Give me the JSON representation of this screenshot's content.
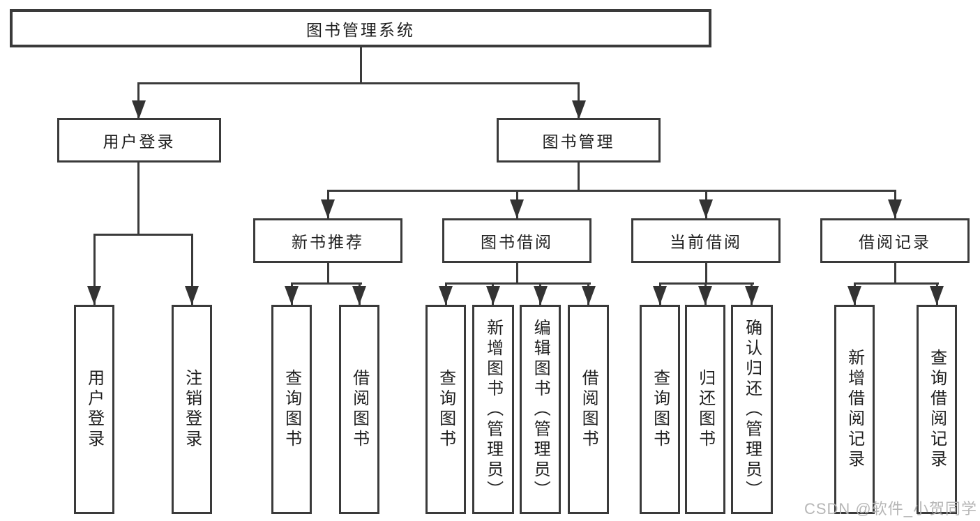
{
  "tree": {
    "label": "图书管理系统",
    "children": [
      {
        "label": "用户登录",
        "children": [
          {
            "label": "用户登录"
          },
          {
            "label": "注销登录"
          }
        ]
      },
      {
        "label": "图书管理",
        "children": [
          {
            "label": "新书推荐",
            "children": [
              {
                "label": "查询图书"
              },
              {
                "label": "借阅图书"
              }
            ]
          },
          {
            "label": "图书借阅",
            "children": [
              {
                "label": "查询图书"
              },
              {
                "label": "新增图书（管理员）"
              },
              {
                "label": "编辑图书（管理员）"
              },
              {
                "label": "借阅图书"
              }
            ]
          },
          {
            "label": "当前借阅",
            "children": [
              {
                "label": "查询图书"
              },
              {
                "label": "归还图书"
              },
              {
                "label": "确认归还（管理员）"
              }
            ]
          },
          {
            "label": "借阅记录",
            "children": [
              {
                "label": "新增借阅记录"
              },
              {
                "label": "查询借阅记录"
              }
            ]
          }
        ]
      }
    ]
  },
  "colors": {
    "line": "#3a3a3a",
    "border": "#3a3a3a",
    "text": "#1f1f1f",
    "watermark": "#b2b2b2"
  },
  "watermark": {
    "text": "CSDN @软件_小贺同学"
  }
}
